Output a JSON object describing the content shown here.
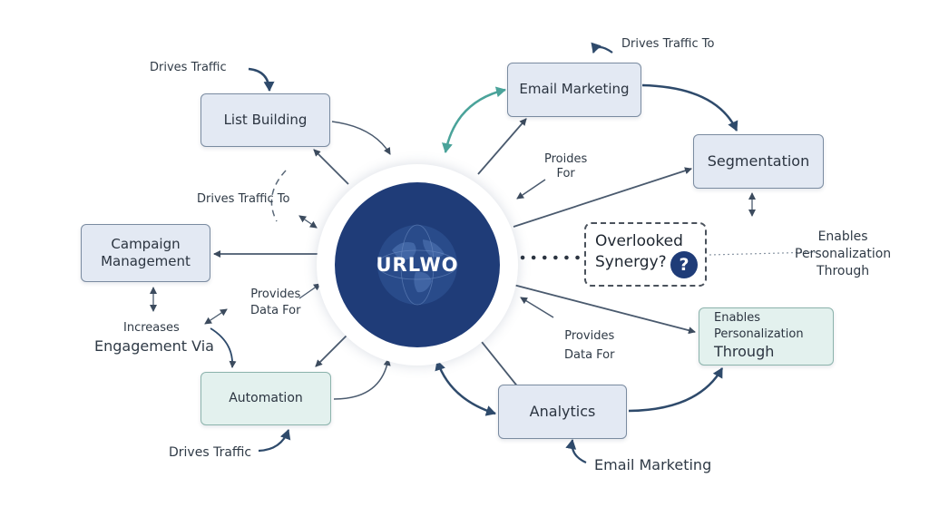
{
  "hub": {
    "title": "URLWO"
  },
  "nodes": {
    "list_building": "List Building",
    "email_marketing": "Email Marketing",
    "segmentation": "Segmentation",
    "campaign_management": "Campaign\nManagement",
    "automation": "Automation",
    "analytics": "Analytics",
    "enables_box_line1": "Enables\nPersonalization",
    "enables_box_line2": "Through"
  },
  "synergy": {
    "text": "Overlooked\nSynergy?",
    "icon": "question-mark-icon",
    "mark": "?"
  },
  "labels": {
    "drives_traffic_top": "Drives Traffic",
    "drives_traffic_to_top": "Drives Traffic To",
    "provides_for": "Proides\nFor",
    "drives_traffic_to_mid": "Drives Traffic To",
    "enables_right": "Enables\nPersonalization\nThrough",
    "provides_data_left": "Provides\nData For",
    "increases": "Increases",
    "engagement_via": "Engagement Via",
    "provides_data_right": "Provides\nData For",
    "drives_traffic_bottom": "Drives Traffic",
    "email_marketing_bottom": "Email Marketing"
  },
  "colors": {
    "hub": "#1f3c78",
    "edge": "#4a5a6e",
    "edge_dark": "#2e4a6b",
    "edge_teal": "#4aa39a",
    "node_blue": "#e3e9f3",
    "node_green": "#e3f1ee"
  }
}
